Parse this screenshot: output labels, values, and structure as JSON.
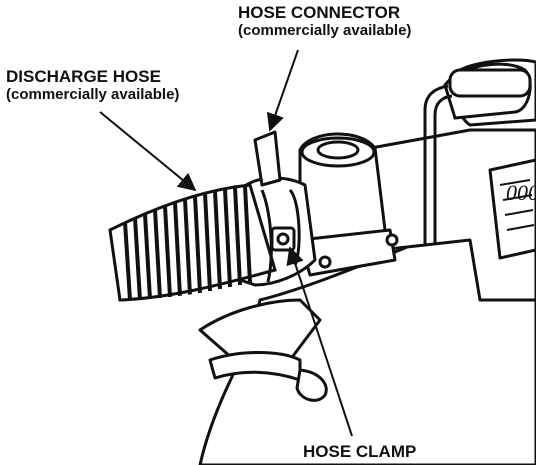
{
  "labels": {
    "hose_connector": {
      "title": "HOSE CONNECTOR",
      "note": "(commercially available)"
    },
    "discharge_hose": {
      "title": "DISCHARGE HOSE",
      "note": "(commercially available)"
    },
    "hose_clamp": {
      "title": "HOSE CLAMP"
    }
  },
  "colors": {
    "ink": "#111111",
    "paper": "#ffffff"
  }
}
